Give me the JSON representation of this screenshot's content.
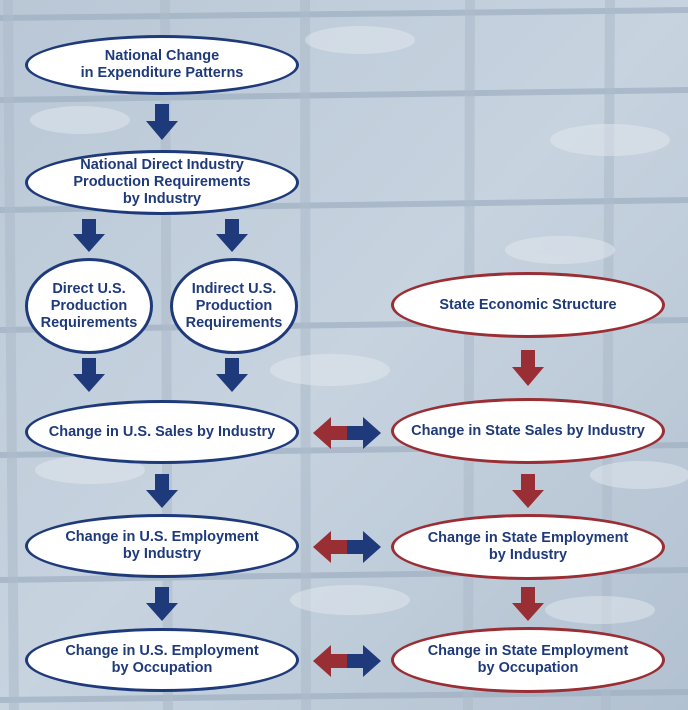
{
  "colors": {
    "us_flow": "#1f3a7a",
    "state_flow": "#9a2e35"
  },
  "nodes": {
    "national_change": "National Change\nin Expenditure Patterns",
    "national_direct": "National Direct Industry\nProduction Requirements\nby Industry",
    "direct_us": "Direct U.S.\nProduction\nRequirements",
    "indirect_us": "Indirect U.S.\nProduction\nRequirements",
    "state_structure": "State Economic Structure",
    "us_sales": "Change in U.S. Sales by Industry",
    "state_sales": "Change in State Sales by Industry",
    "us_emp_industry": "Change in U.S. Employment\nby Industry",
    "state_emp_industry": "Change in State Employment\nby Industry",
    "us_emp_occupation": "Change in U.S. Employment\nby Occupation",
    "state_emp_occupation": "Change in State Employment\nby Occupation"
  }
}
